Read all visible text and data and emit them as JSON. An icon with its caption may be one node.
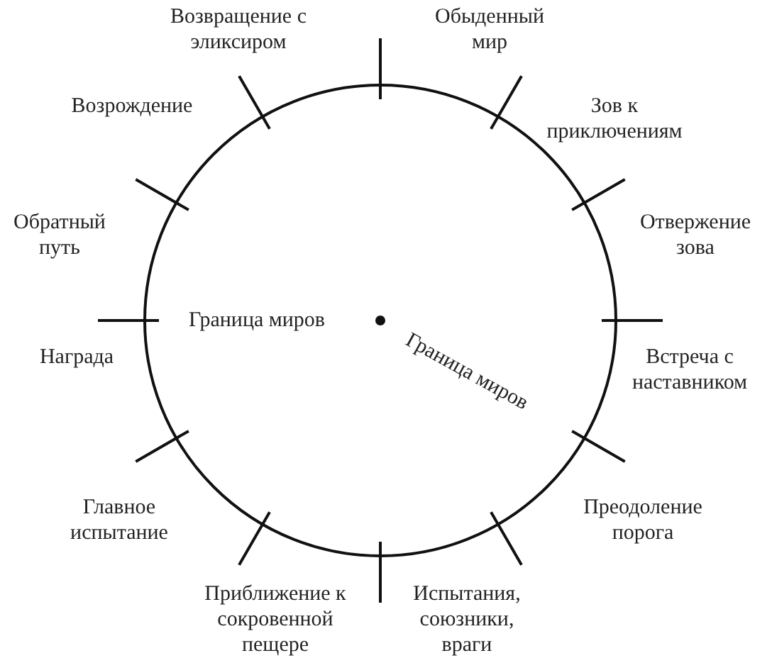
{
  "diagram": {
    "nodes": [
      {
        "text": [
          "Граница миров",
          "Граница миров"
        ]
      }
    ],
    "labels": [
      "Возвращение с эликсиром",
      "Обыденный мир",
      "Возрождение",
      "Зов к приключениям",
      "Обратный путь",
      "Отвержение зова",
      "Награда",
      "Встреча с наставником",
      "Главное испытание",
      "Преодоление порога",
      "Приближение к сокровенной пещере",
      "Испытания, союзники, враги"
    ]
  }
}
